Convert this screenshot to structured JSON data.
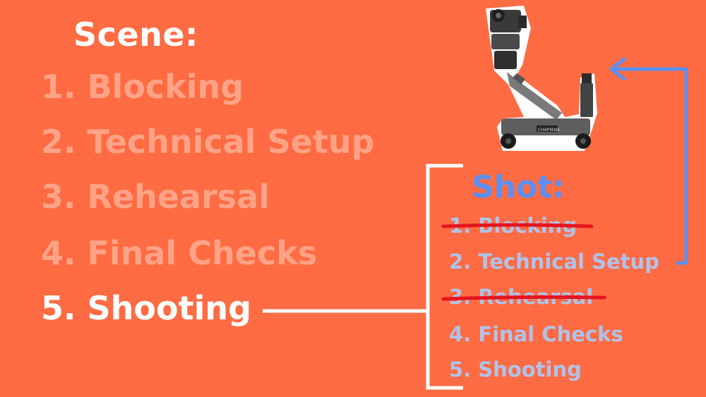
{
  "scene": {
    "title": "Scene:",
    "steps": [
      "1. Blocking",
      "2. Technical Setup",
      "3. Rehearsal",
      "4. Final Checks",
      "5. Shooting"
    ]
  },
  "shot": {
    "title": "Shot:",
    "steps": [
      "1. Blocking",
      "2. Technical Setup",
      "3. Rehearsal",
      "4. Final Checks",
      "5. Shooting"
    ]
  },
  "camera_dolly": {
    "icon": "camera-dolly-icon",
    "brand_label": "CHAPMAN"
  },
  "colors": {
    "background": "#FF6B43",
    "faded_text": "#FFA387",
    "active_text": "#FFFFFF",
    "shot_title": "#5B8FF3",
    "shot_text": "#AFC3EA",
    "strike": "#E5151E",
    "arrow": "#5B8FF3"
  }
}
